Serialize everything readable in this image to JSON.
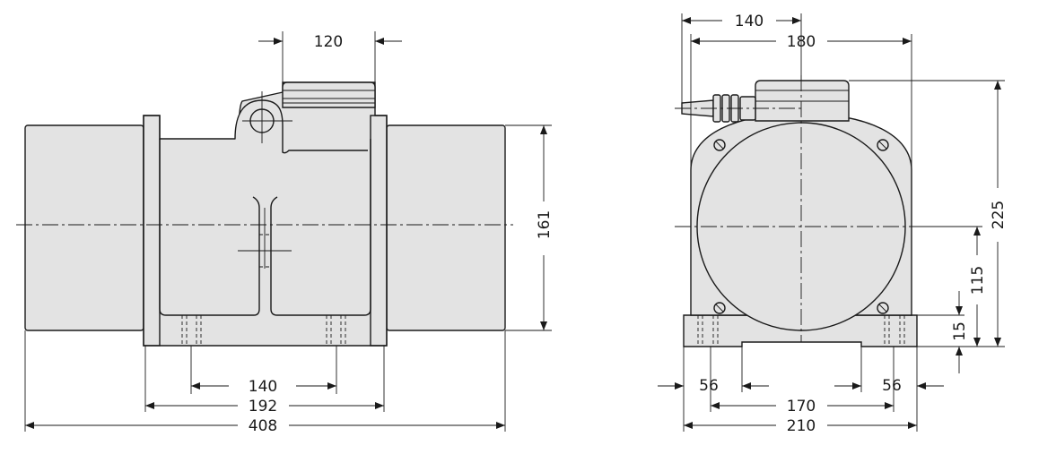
{
  "side_view": {
    "dim_terminal_box_width": "120",
    "dim_height_161": "161",
    "dim_bolt_spacing": "140",
    "dim_flange_span": "192",
    "dim_overall_length": "408"
  },
  "end_view": {
    "dim_gland_offset": "140",
    "dim_width_180": "180",
    "dim_overall_height": "225",
    "dim_axis_height": "115",
    "dim_foot_height": "15",
    "dim_foot_left": "56",
    "dim_foot_inner": "170",
    "dim_foot_right": "56",
    "dim_base_width": "210"
  }
}
